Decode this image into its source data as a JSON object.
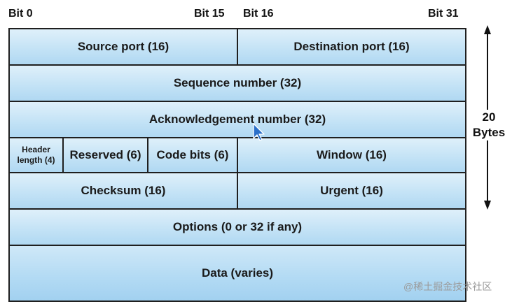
{
  "bit_labels": {
    "bit0": "Bit 0",
    "bit15": "Bit 15",
    "bit16": "Bit 16",
    "bit31": "Bit 31"
  },
  "fields": {
    "source_port": "Source port (16)",
    "destination_port": "Destination port (16)",
    "sequence_number": "Sequence number (32)",
    "acknowledgement_number": "Acknowledgement number (32)",
    "header_length_line1": "Header",
    "header_length_line2": "length (4)",
    "reserved": "Reserved (6)",
    "code_bits": "Code bits (6)",
    "window": "Window (16)",
    "checksum": "Checksum (16)",
    "urgent": "Urgent (16)",
    "options": "Options (0 or 32 if any)",
    "data": "Data (varies)"
  },
  "size_label": {
    "line1": "20",
    "line2": "Bytes"
  },
  "watermark": "@稀土掘金技术社区",
  "colors": {
    "cell_fill": "#c4e3f6",
    "border": "#1f1f1f",
    "cursor": "#2a6fc9"
  }
}
